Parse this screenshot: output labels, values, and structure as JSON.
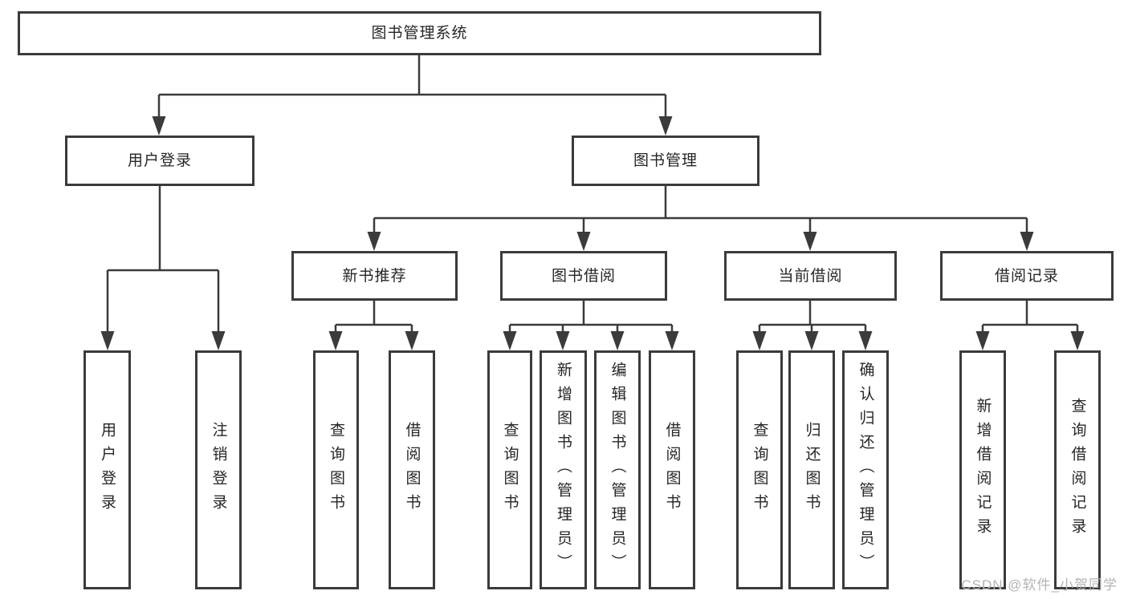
{
  "diagram": {
    "tree": {
      "label": "图书管理系统",
      "children": [
        {
          "label": "用户登录",
          "children": [
            {
              "label": "用户登录"
            },
            {
              "label": "注销登录"
            }
          ]
        },
        {
          "label": "图书管理",
          "children": [
            {
              "label": "新书推荐",
              "children": [
                {
                  "label": "查询图书"
                },
                {
                  "label": "借阅图书"
                }
              ]
            },
            {
              "label": "图书借阅",
              "children": [
                {
                  "label": "查询图书"
                },
                {
                  "label": "新增图书（管理员）"
                },
                {
                  "label": "编辑图书（管理员）"
                },
                {
                  "label": "借阅图书"
                }
              ]
            },
            {
              "label": "当前借阅",
              "children": [
                {
                  "label": "查询图书"
                },
                {
                  "label": "归还图书"
                },
                {
                  "label": "确认归还（管理员）"
                }
              ]
            },
            {
              "label": "借阅记录",
              "children": [
                {
                  "label": "新增借阅记录"
                },
                {
                  "label": "查询借阅记录"
                }
              ]
            }
          ]
        }
      ]
    },
    "colors": {
      "line": "#3b3b3b",
      "box_border": "#3b3b3b",
      "text": "#262626",
      "watermark": "#b3b3b3",
      "background": "#ffffff"
    }
  },
  "watermark": "CSDN @软件_小贺同学"
}
